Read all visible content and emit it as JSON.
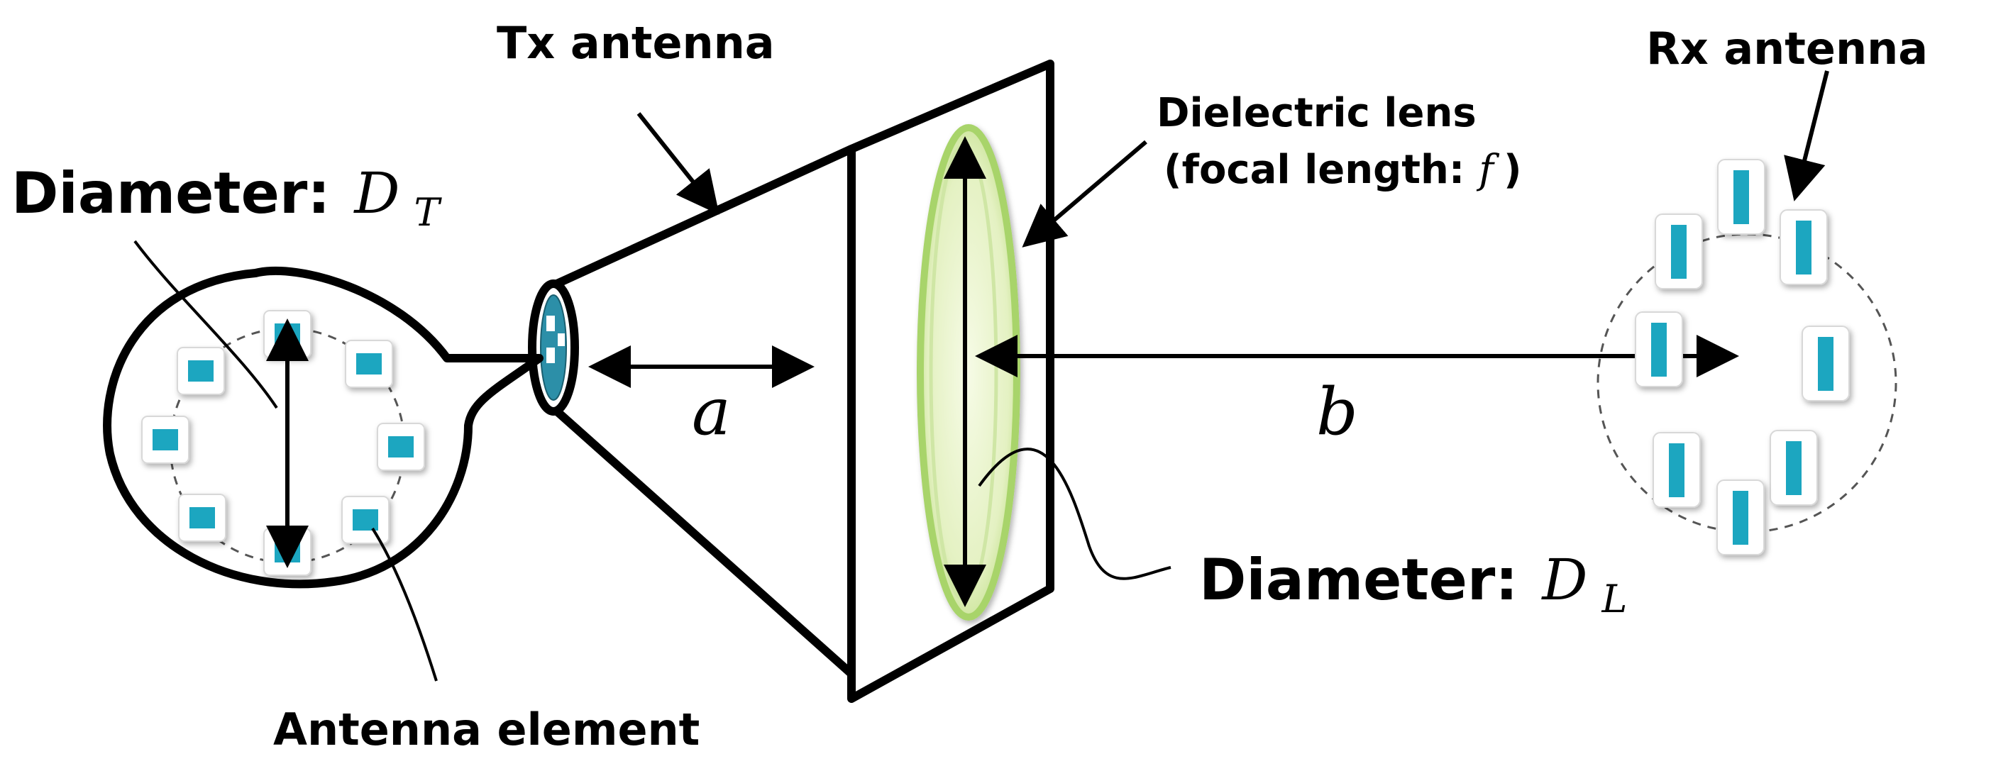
{
  "labels": {
    "tx_antenna": "Tx antenna",
    "rx_antenna": "Rx antenna",
    "lens_line1": "Dielectric lens",
    "lens_line2_prefix": "(focal length:",
    "lens_focal_symbol": "f",
    "lens_line2_suffix": ")",
    "diameter_prefix": "Diameter:",
    "tx_diameter_symbol": "D",
    "tx_diameter_subscript": "T",
    "lens_diameter_symbol": "D",
    "lens_diameter_subscript": "L",
    "distance_a": "a",
    "distance_b": "b",
    "antenna_element": "Antenna element"
  },
  "colors": {
    "element_fill": "#1aa6c0",
    "lens_fill": "#e7f3c8",
    "lens_edge": "#9ccf5a",
    "feed_fill": "#2c8fa8",
    "stroke": "#000000"
  }
}
